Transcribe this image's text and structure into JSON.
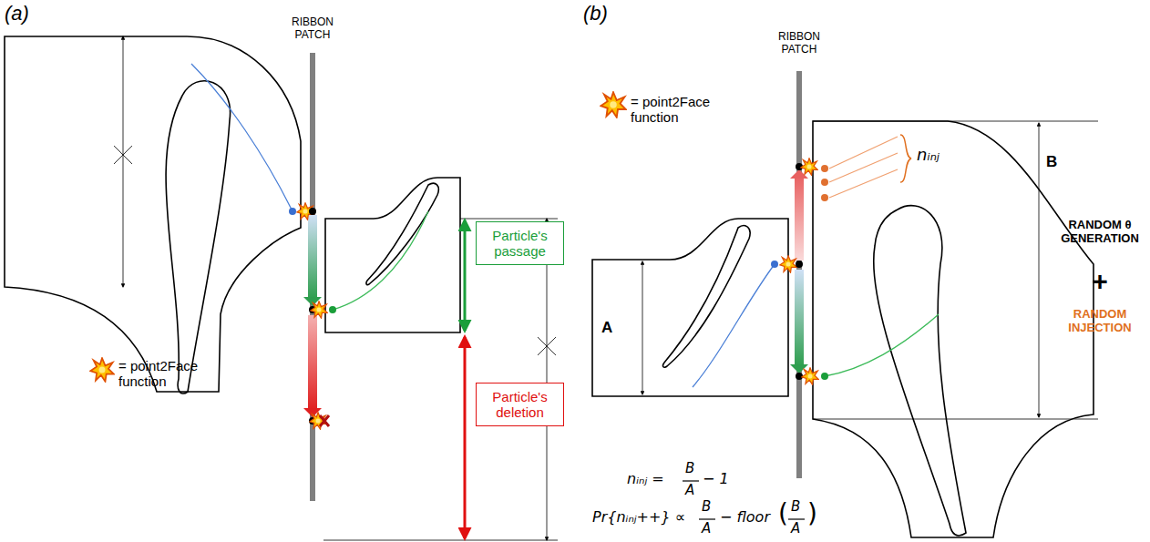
{
  "diagram": {
    "nodes": [
      {
        "text": [
          "Particle's passage"
        ]
      },
      {
        "text": [
          "Particle's deletion"
        ]
      }
    ],
    "labels": [
      "(a)",
      "RIBBON PATCH",
      "= point2Face function",
      "(b)",
      "RIBBON PATCH",
      "= point2Face function",
      "nᵢₙⱼ",
      "B",
      "RANDOM θ GENERATION",
      "+",
      "RANDOM INJECTION",
      "A",
      "nᵢₙⱼ =",
      "B",
      "A",
      "− 1",
      "Pr{nᵢₙⱼ++} ∝",
      "B",
      "A",
      "− floor",
      "(",
      "B",
      "A",
      ")"
    ]
  }
}
